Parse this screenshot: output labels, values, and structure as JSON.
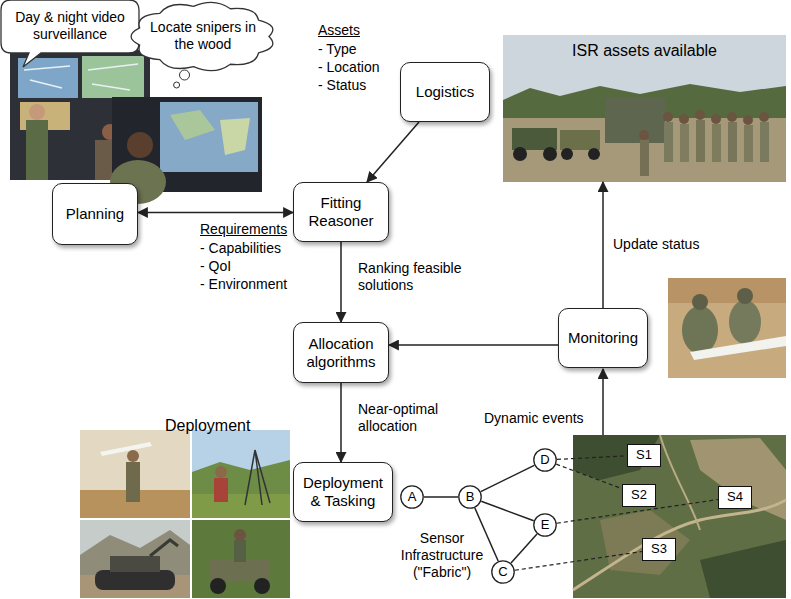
{
  "diagram": {
    "nodes": [
      {
        "text": [
          "Day & night video surveillance"
        ]
      },
      {
        "text": [
          "Locate snipers in the wood"
        ]
      },
      {
        "text": [
          "ISR assets available"
        ]
      },
      {
        "text": [
          "Logistics"
        ]
      },
      {
        "text": [
          "Planning"
        ]
      },
      {
        "text": [
          "Fitting Reasoner"
        ]
      },
      {
        "text": [
          "Allocation algorithms"
        ]
      },
      {
        "text": [
          "Monitoring"
        ]
      },
      {
        "text": [
          "Deployment & Tasking"
        ]
      },
      {
        "text": [
          "A"
        ]
      },
      {
        "text": [
          "B"
        ]
      },
      {
        "text": [
          "D"
        ]
      },
      {
        "text": [
          "S1"
        ]
      },
      {
        "text": [
          "S2"
        ]
      },
      {
        "text": [
          "E"
        ]
      },
      {
        "text": [
          "S4"
        ]
      },
      {
        "text": [
          "C"
        ]
      },
      {
        "text": [
          "S3"
        ]
      }
    ],
    "edges": [
      {
        "from": 4,
        "to": 5,
        "arrow": "both"
      },
      {
        "from": 3,
        "to": 5,
        "arrow": "to"
      },
      {
        "from": 5,
        "to": 6,
        "label": "Ranking feasible solutions",
        "arrow": "to"
      },
      {
        "from": 7,
        "to": 6,
        "arrow": "to"
      },
      {
        "from": 6,
        "to": 8,
        "label": "Near-optimal allocation",
        "arrow": "to"
      },
      {
        "from": 7,
        "to": 2,
        "label": "Update status",
        "arrow": "to"
      },
      {
        "from": 9,
        "to": 10,
        "arrow": "none"
      },
      {
        "from": 10,
        "to": 11,
        "arrow": "none"
      },
      {
        "from": 10,
        "to": 14,
        "arrow": "none"
      },
      {
        "from": 10,
        "to": 16,
        "arrow": "none"
      },
      {
        "from": 16,
        "to": 14,
        "arrow": "none"
      },
      {
        "from": 11,
        "to": 12,
        "arrow": "none"
      },
      {
        "from": 11,
        "to": 13,
        "arrow": "none"
      },
      {
        "from": 14,
        "to": 15,
        "arrow": "none"
      },
      {
        "from": 16,
        "to": 17,
        "arrow": "none"
      }
    ],
    "labels": [
      "Assets",
      "- Type",
      "- Location",
      "- Status",
      "Requirements",
      "- Capabilities",
      "- QoI",
      "- Environment",
      "Deployment",
      "Dynamic events",
      "Sensor Infrastructure (\"Fabric\")"
    ]
  }
}
